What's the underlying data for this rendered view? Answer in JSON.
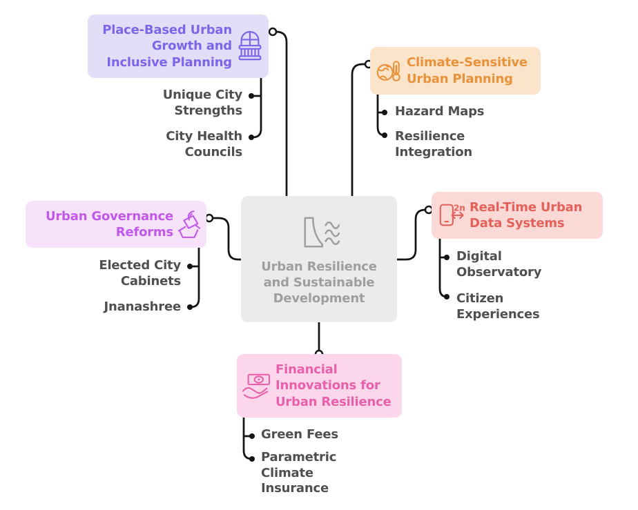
{
  "palette": {
    "connector": "#141414",
    "child_text": "#4F4F4F",
    "background": "#FFFFFF"
  },
  "center": {
    "label": "Urban Resilience\nand Sustainable\nDevelopment",
    "color": "#9E9E9E",
    "bg": "#EBEBEB",
    "icon": "dam-waves-icon"
  },
  "branches": [
    {
      "name": "place-based-urban-growth",
      "label": "Place-Based Urban\nGrowth and\nInclusive Planning",
      "color": "#7C66E8",
      "bg": "#E3DDF8",
      "icon": "balcony-icon",
      "children": [
        {
          "label": "Unique City\nStrengths"
        },
        {
          "label": "City Health\nCouncils"
        }
      ]
    },
    {
      "name": "climate-sensitive-urban-planning",
      "label": "Climate-Sensitive\nUrban Planning",
      "color": "#E8923C",
      "bg": "#FBE4C9",
      "icon": "globe-thermometer-icon",
      "children": [
        {
          "label": "Hazard Maps"
        },
        {
          "label": "Resilience\nIntegration"
        }
      ]
    },
    {
      "name": "urban-governance-reforms",
      "label": "Urban Governance\nReforms",
      "color": "#C158E8",
      "bg": "#F6E2FB",
      "icon": "ballot-vote-icon",
      "children": [
        {
          "label": "Elected City\nCabinets"
        },
        {
          "label": "Jnanashree"
        }
      ]
    },
    {
      "name": "real-time-urban-data-systems",
      "label": "Real-Time Urban\nData Systems",
      "color": "#E36158",
      "bg": "#FBD9D7",
      "icon": "phone-2m-icon",
      "children": [
        {
          "label": "Digital\nObservatory"
        },
        {
          "label": "Citizen\nExperiences"
        }
      ]
    },
    {
      "name": "financial-innovations",
      "label": "Financial\nInnovations for\nUrban Resilience",
      "color": "#E760A9",
      "bg": "#FCD7EB",
      "icon": "banknote-hand-icon",
      "children": [
        {
          "label": "Green Fees"
        },
        {
          "label": "Parametric\nClimate\nInsurance"
        }
      ]
    }
  ]
}
